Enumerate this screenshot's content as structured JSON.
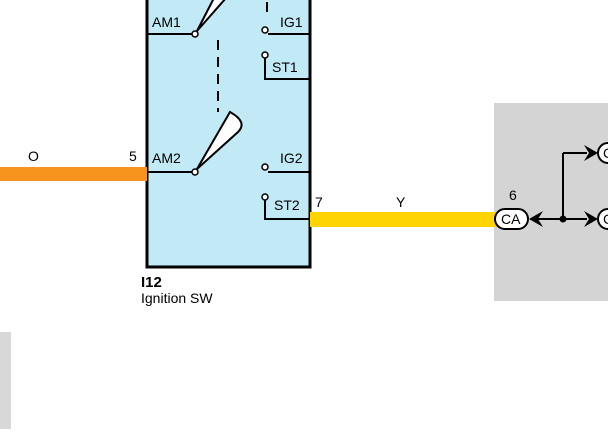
{
  "colors": {
    "switch_fill": "#c2e9f6",
    "wire_orange": "#f7941d",
    "wire_yellow": "#ffd400",
    "connector_panel": "#d4d4d4",
    "sidebar_strip": "#d8d8d8",
    "line": "#000000"
  },
  "switch": {
    "terminals": {
      "am1": "AM1",
      "ig1": "IG1",
      "st1": "ST1",
      "am2": "AM2",
      "ig2": "IG2",
      "st2": "ST2"
    },
    "pin_am2": "5",
    "pin_st2": "7",
    "code": "I12",
    "name": "Ignition SW"
  },
  "wires": {
    "left_color": "O",
    "right_color": "Y"
  },
  "connector": {
    "pin": "6",
    "label": "CA",
    "top_label_partial": "C",
    "bottom_label_partial": "C"
  }
}
